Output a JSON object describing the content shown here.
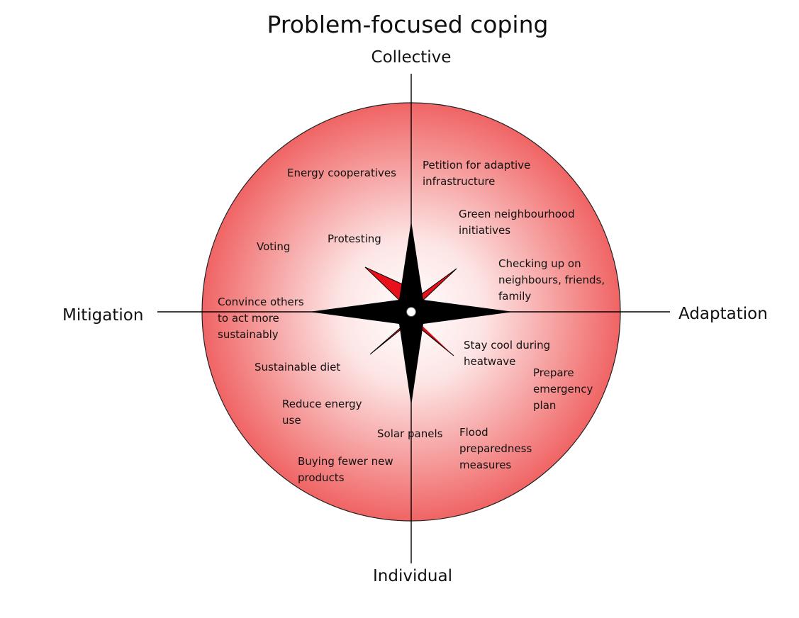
{
  "title": "Problem-focused coping",
  "axes": {
    "top": "Collective",
    "bottom": "Individual",
    "left": "Mitigation",
    "right": "Adaptation"
  },
  "colors": {
    "circle_center": "#ffffff",
    "circle_edge": "#f06464",
    "circle_outline": "#222222",
    "star_main": "#000000",
    "star_minor": "#e8101a",
    "axis_line": "#000000"
  },
  "items": {
    "energy_cooperatives": [
      "Energy cooperatives"
    ],
    "petition": [
      "Petition for adaptive",
      "infrastructure"
    ],
    "green_neighbourhood": [
      "Green neighbourhood",
      "initiatives"
    ],
    "voting": [
      "Voting"
    ],
    "protesting": [
      "Protesting"
    ],
    "checking_up": [
      "Checking up on",
      "neighbours, friends,",
      "family"
    ],
    "convince_others": [
      "Convince others",
      "to act more",
      "sustainably"
    ],
    "stay_cool": [
      "Stay cool during",
      "heatwave"
    ],
    "sustainable_diet": [
      "Sustainable diet"
    ],
    "emergency_plan": [
      "Prepare",
      "emergency",
      "plan"
    ],
    "reduce_energy": [
      "Reduce energy",
      "use"
    ],
    "solar_panels": [
      "Solar panels"
    ],
    "flood": [
      "Flood",
      "preparedness",
      "measures"
    ],
    "buying_fewer": [
      "Buying fewer new",
      "products"
    ]
  }
}
